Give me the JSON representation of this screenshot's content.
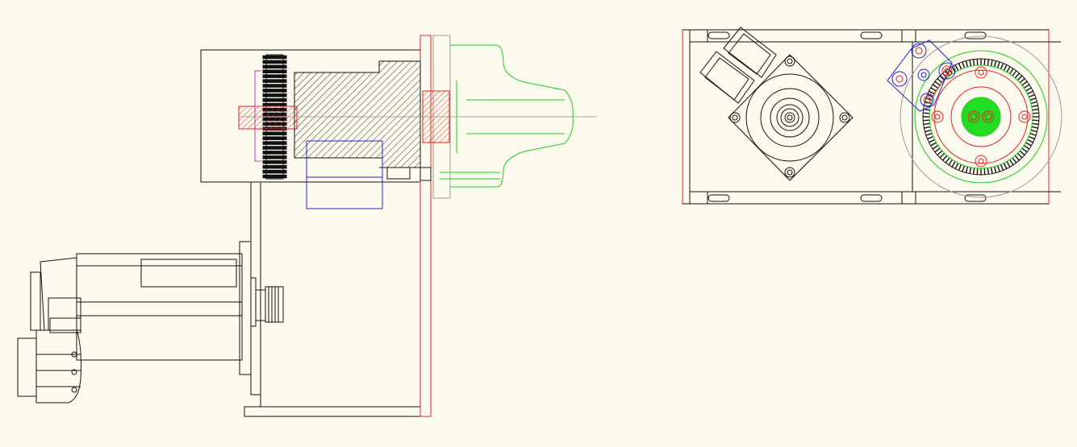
{
  "colors": {
    "background": "#fdfaee",
    "outline": "#111111",
    "red": "#e52222",
    "green": "#22c922",
    "blue": "#2222cc",
    "magenta": "#cc33cc",
    "gray": "#999999",
    "fill_green": "#22dd22"
  },
  "drawing": {
    "views": [
      "side-section-view",
      "top-view"
    ],
    "pinion_teeth": 26,
    "ring_gear_teeth": 96
  }
}
